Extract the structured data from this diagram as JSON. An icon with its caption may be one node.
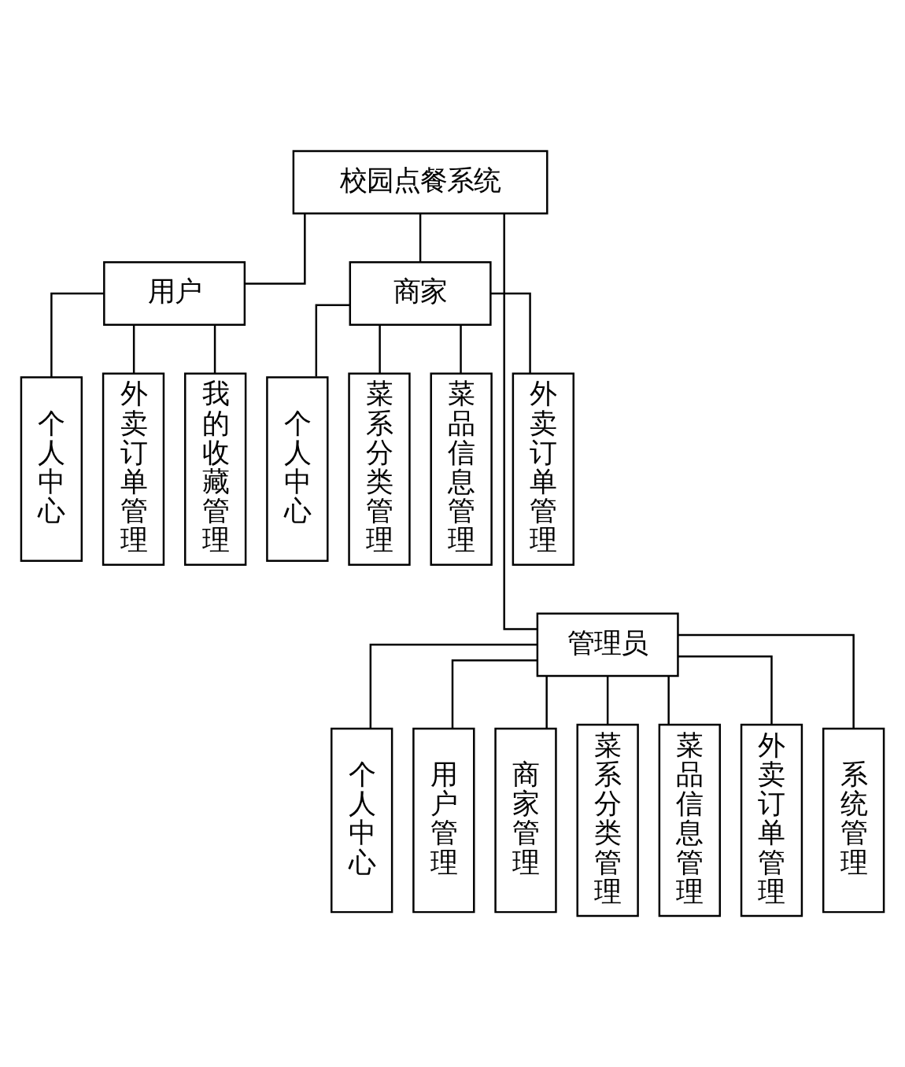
{
  "diagram": {
    "nodes": [
      {
        "text": [
          "校园点餐系统"
        ]
      },
      {
        "text": [
          "用户"
        ]
      },
      {
        "text": [
          "商家"
        ]
      },
      {
        "text": [
          "管理员"
        ]
      },
      {
        "text": [
          "个人中心"
        ]
      },
      {
        "text": [
          "外卖订单管理"
        ]
      },
      {
        "text": [
          "我的收藏管理"
        ]
      },
      {
        "text": [
          "个人中心"
        ]
      },
      {
        "text": [
          "菜系分类管理"
        ]
      },
      {
        "text": [
          "菜品信息管理"
        ]
      },
      {
        "text": [
          "外卖订单管理"
        ]
      },
      {
        "text": [
          "个人中心"
        ]
      },
      {
        "text": [
          "用户管理"
        ]
      },
      {
        "text": [
          "商家管理"
        ]
      },
      {
        "text": [
          "菜系分类管理"
        ]
      },
      {
        "text": [
          "菜品信息管理"
        ]
      },
      {
        "text": [
          "外卖订单管理"
        ]
      },
      {
        "text": [
          "系统管理"
        ]
      }
    ],
    "edges": [
      {
        "from": 0,
        "to": 1,
        "arrow": "none"
      },
      {
        "from": 0,
        "to": 2,
        "arrow": "none"
      },
      {
        "from": 0,
        "to": 3,
        "arrow": "none"
      },
      {
        "from": 1,
        "to": 4,
        "arrow": "none"
      },
      {
        "from": 1,
        "to": 5,
        "arrow": "none"
      },
      {
        "from": 1,
        "to": 6,
        "arrow": "none"
      },
      {
        "from": 2,
        "to": 7,
        "arrow": "none"
      },
      {
        "from": 2,
        "to": 8,
        "arrow": "none"
      },
      {
        "from": 2,
        "to": 9,
        "arrow": "none"
      },
      {
        "from": 2,
        "to": 10,
        "arrow": "none"
      },
      {
        "from": 3,
        "to": 11,
        "arrow": "none"
      },
      {
        "from": 3,
        "to": 12,
        "arrow": "none"
      },
      {
        "from": 3,
        "to": 13,
        "arrow": "none"
      },
      {
        "from": 3,
        "to": 14,
        "arrow": "none"
      },
      {
        "from": 3,
        "to": 15,
        "arrow": "none"
      },
      {
        "from": 3,
        "to": 16,
        "arrow": "none"
      },
      {
        "from": 3,
        "to": 17,
        "arrow": "none"
      }
    ]
  }
}
